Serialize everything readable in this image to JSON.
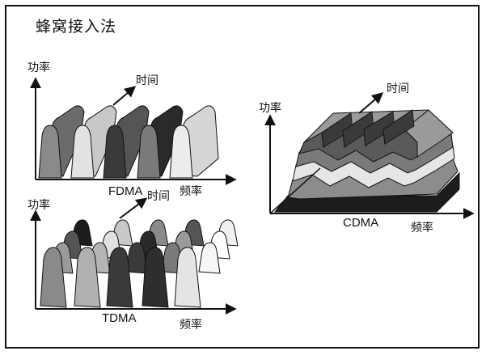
{
  "title": "蜂窝接入法",
  "fdma": {
    "name": "FDMA",
    "y_axis": "功率",
    "z_axis": "时间",
    "x_axis": "频率"
  },
  "tdma": {
    "name": "TDMA",
    "y_axis": "功率",
    "z_axis": "时间",
    "x_axis": "频率"
  },
  "cdma": {
    "name": "CDMA",
    "y_axis": "功率",
    "z_axis": "时间",
    "x_axis": "频率"
  },
  "colors": {
    "ink": "#111111",
    "light": "#e4e4e4",
    "mid_light": "#bdbdbd",
    "mid": "#8c8c8c",
    "dark": "#3a3a3a",
    "darkest": "#1c1c1c"
  }
}
